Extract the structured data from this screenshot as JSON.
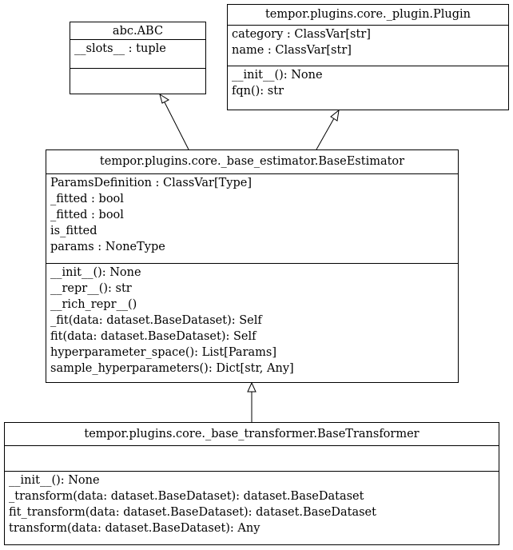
{
  "classes": {
    "abc": {
      "title": "abc.ABC",
      "attributes": [
        "__slots__ : tuple"
      ],
      "methods": []
    },
    "plugin": {
      "title": "tempor.plugins.core._plugin.Plugin",
      "attributes": [
        "category : ClassVar[str]",
        "name : ClassVar[str]"
      ],
      "methods": [
        "__init__(): None",
        "fqn(): str"
      ]
    },
    "estimator": {
      "title": "tempor.plugins.core._base_estimator.BaseEstimator",
      "attributes": [
        "ParamsDefinition : ClassVar[Type]",
        "_fitted : bool",
        "_fitted : bool",
        "is_fitted",
        "params : NoneType"
      ],
      "methods": [
        "__init__(): None",
        "__repr__(): str",
        "__rich_repr__()",
        "_fit(data: dataset.BaseDataset): Self",
        "fit(data: dataset.BaseDataset): Self",
        "hyperparameter_space(): List[Params]",
        "sample_hyperparameters(): Dict[str, Any]"
      ]
    },
    "transformer": {
      "title": "tempor.plugins.core._base_transformer.BaseTransformer",
      "attributes": [],
      "methods": [
        "__init__(): None",
        "_transform(data: dataset.BaseDataset): dataset.BaseDataset",
        "fit_transform(data: dataset.BaseDataset): dataset.BaseDataset",
        "transform(data: dataset.BaseDataset): Any"
      ]
    }
  }
}
